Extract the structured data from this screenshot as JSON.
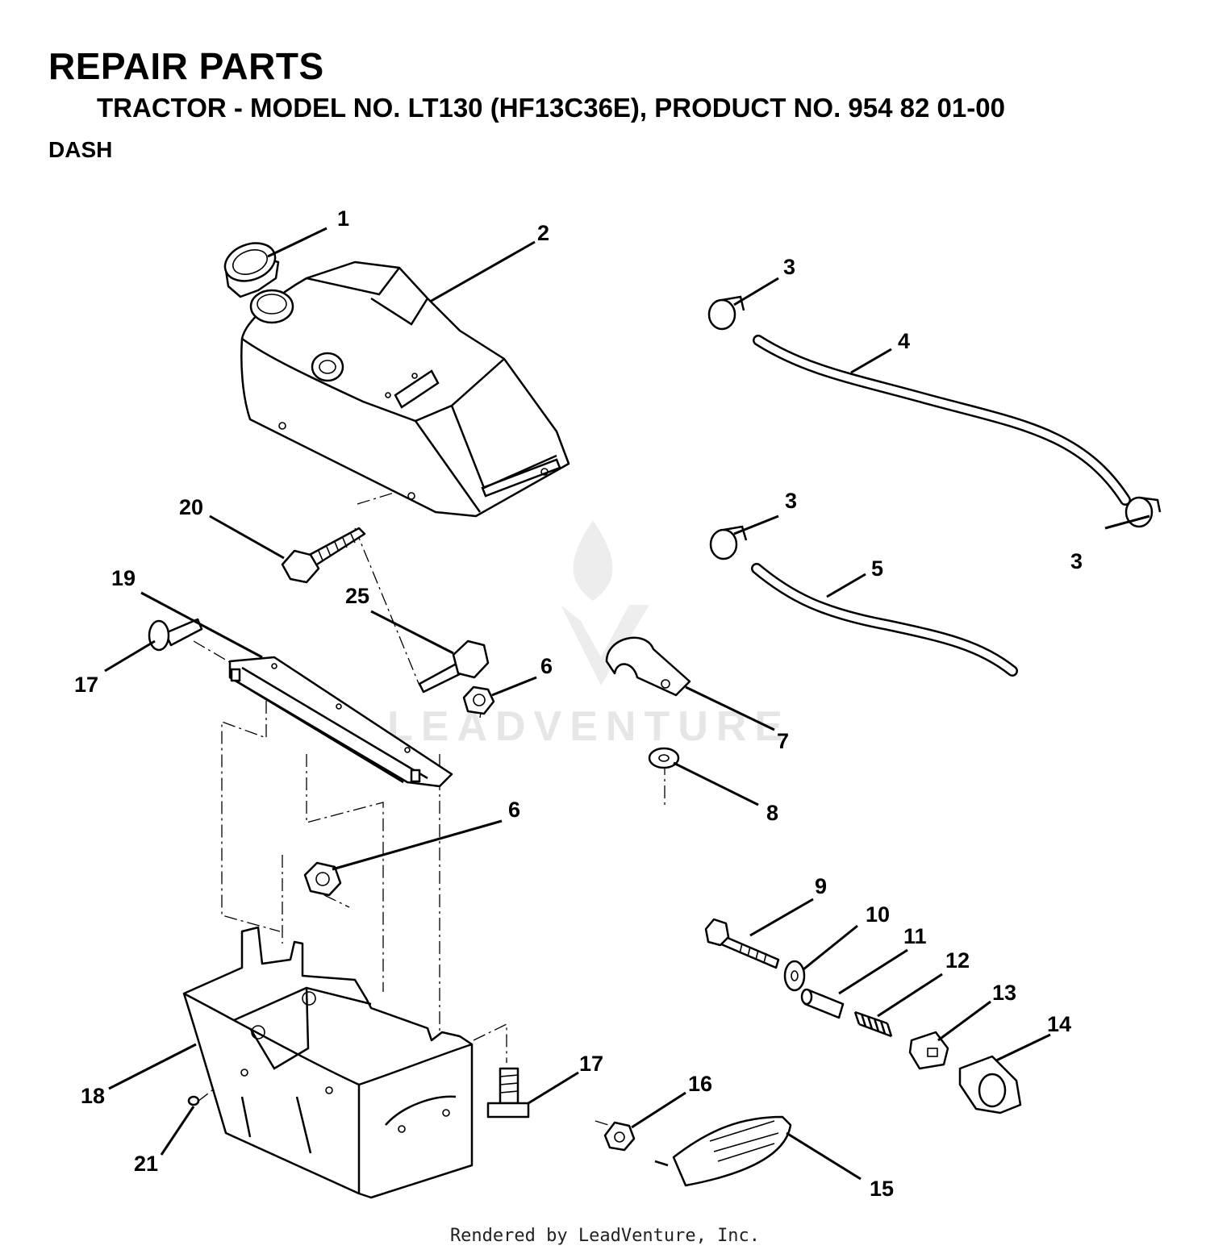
{
  "header": {
    "title": "REPAIR PARTS",
    "subtitle": "TRACTOR - MODEL NO. LT130 (HF13C36E), PRODUCT NO. 954 82 01-00",
    "section": "DASH"
  },
  "watermark": {
    "text": "LEADVENTURE"
  },
  "callouts": [
    "1",
    "2",
    "3",
    "3",
    "3",
    "4",
    "5",
    "6",
    "6",
    "7",
    "8",
    "9",
    "10",
    "11",
    "12",
    "13",
    "14",
    "15",
    "16",
    "17",
    "17",
    "18",
    "19",
    "20",
    "21",
    "25"
  ],
  "footer": {
    "text": "Rendered by LeadVenture, Inc."
  }
}
